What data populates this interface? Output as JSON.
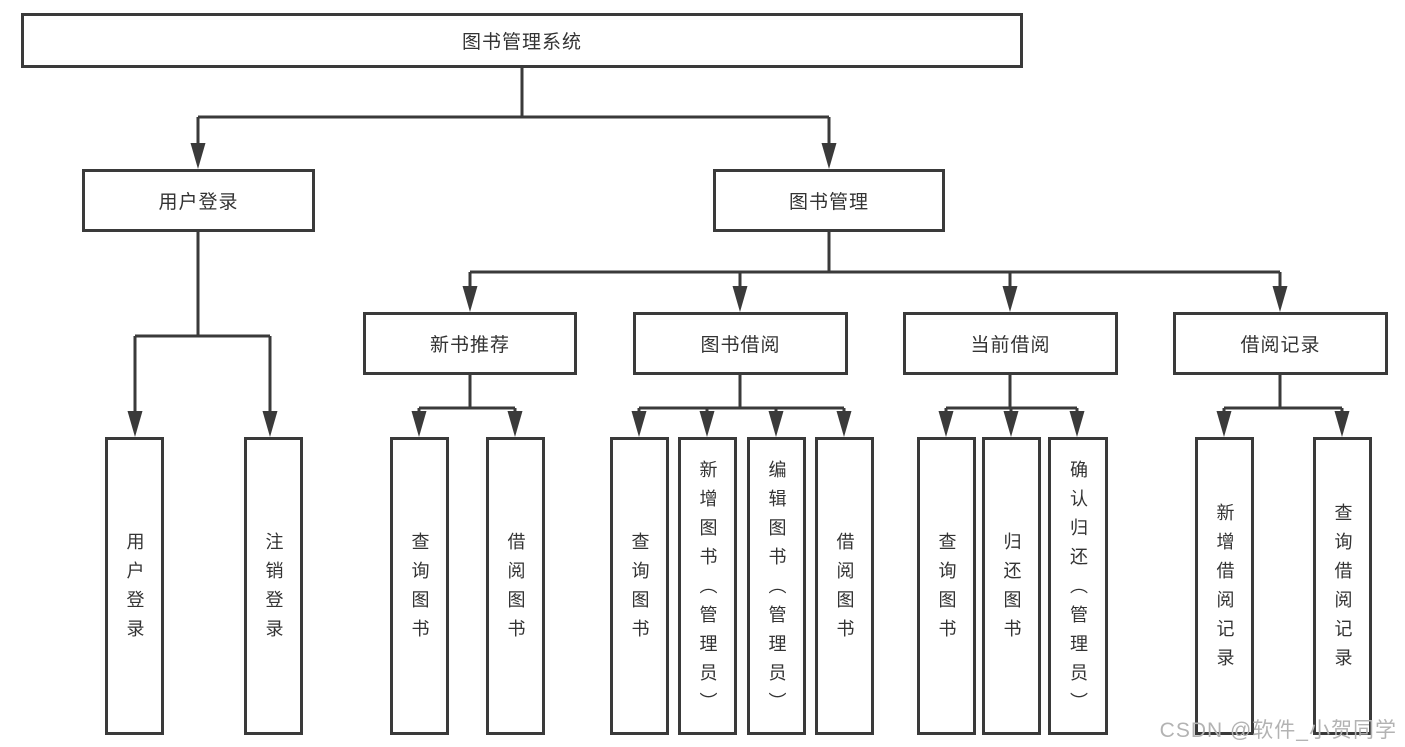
{
  "colors": {
    "background": "#ffffff",
    "line": "#3a3a3a",
    "box_border": "#3a3a3a",
    "text": "#333333",
    "watermark": "#b3b3b3"
  },
  "watermark": {
    "text": "CSDN @软件_小贺同学"
  },
  "nodes": {
    "root": {
      "label": "图书管理系统",
      "level": 1,
      "parent": null
    },
    "user_login": {
      "label": "用户登录",
      "level": 2,
      "parent": "root"
    },
    "book_mgmt": {
      "label": "图书管理",
      "level": 2,
      "parent": "root"
    },
    "do_login": {
      "label": "用户登录",
      "level": 3,
      "parent": "user_login"
    },
    "do_logout": {
      "label": "注销登录",
      "level": 3,
      "parent": "user_login"
    },
    "new_book_rec": {
      "label": "新书推荐",
      "level": 3,
      "parent": "book_mgmt"
    },
    "book_borrow": {
      "label": "图书借阅",
      "level": 3,
      "parent": "book_mgmt"
    },
    "current_borrow": {
      "label": "当前借阅",
      "level": 3,
      "parent": "book_mgmt"
    },
    "borrow_records": {
      "label": "借阅记录",
      "level": 3,
      "parent": "book_mgmt"
    },
    "rec_query_book": {
      "label": "查询图书",
      "level": 4,
      "parent": "new_book_rec"
    },
    "rec_borrow_book": {
      "label": "借阅图书",
      "level": 4,
      "parent": "new_book_rec"
    },
    "bor_query_book": {
      "label": "查询图书",
      "level": 4,
      "parent": "book_borrow"
    },
    "bor_add_book": {
      "label": "新增图书（管理员）",
      "level": 4,
      "parent": "book_borrow"
    },
    "bor_edit_book": {
      "label": "编辑图书（管理员）",
      "level": 4,
      "parent": "book_borrow"
    },
    "bor_borrow_book": {
      "label": "借阅图书",
      "level": 4,
      "parent": "book_borrow"
    },
    "cur_query_book": {
      "label": "查询图书",
      "level": 4,
      "parent": "current_borrow"
    },
    "cur_return_book": {
      "label": "归还图书",
      "level": 4,
      "parent": "current_borrow"
    },
    "cur_confirm_return": {
      "label": "确认归还（管理员）",
      "level": 4,
      "parent": "current_borrow"
    },
    "recd_add_record": {
      "label": "新增借阅记录",
      "level": 4,
      "parent": "borrow_records"
    },
    "recd_query_record": {
      "label": "查询借阅记录",
      "level": 4,
      "parent": "borrow_records"
    }
  }
}
